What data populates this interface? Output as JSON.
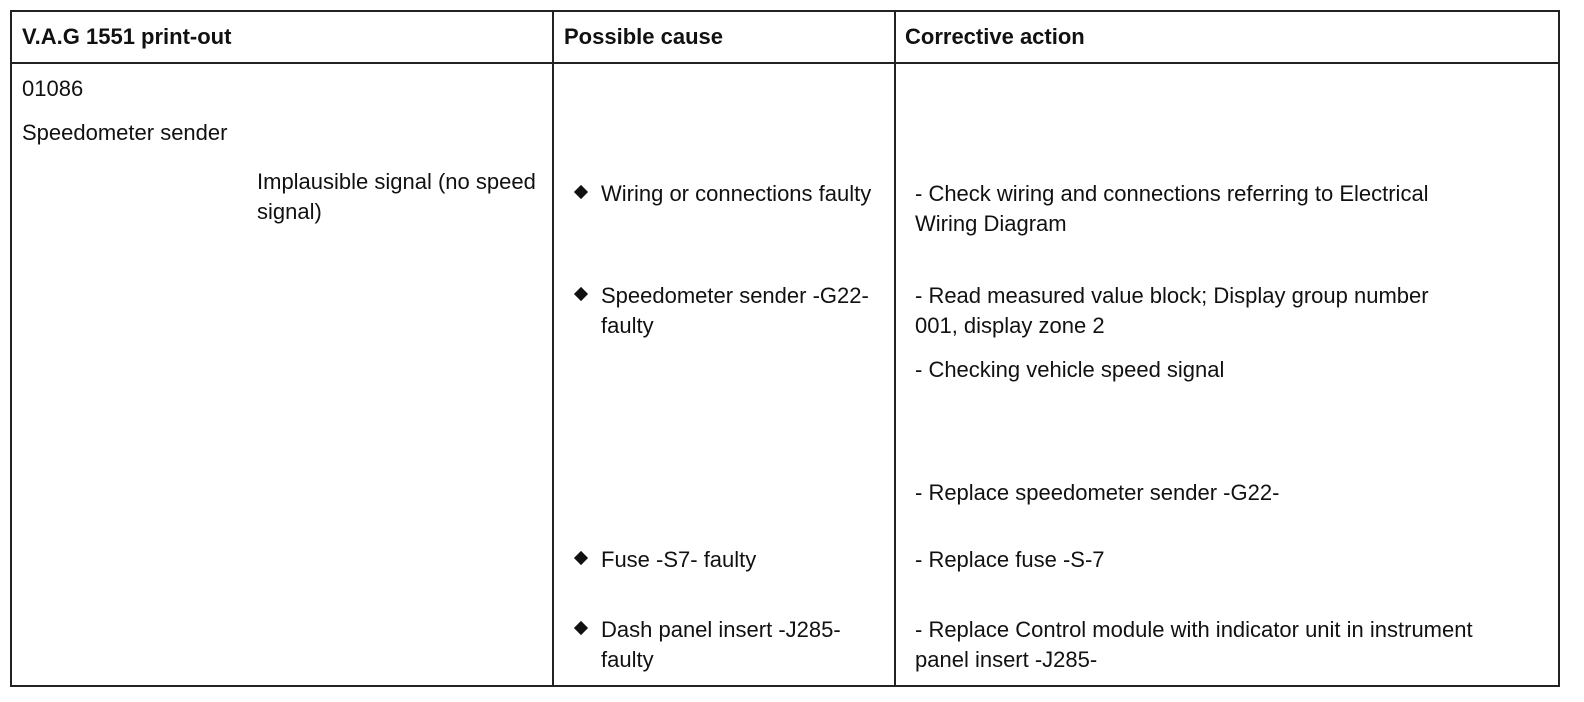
{
  "headers": {
    "printout": "V.A.G 1551 print-out",
    "cause": "Possible cause",
    "action": "Corrective action"
  },
  "fault": {
    "code": "01086",
    "component": "Speedometer sender",
    "condition": "Implausible signal (no speed signal)"
  },
  "causes": [
    {
      "text": "Wiring or connections faulty"
    },
    {
      "text": "Speedometer sender -G22- faulty"
    },
    {
      "text": "Fuse -S7- faulty"
    },
    {
      "text": "Dash panel insert -J285- faulty"
    }
  ],
  "actions": [
    {
      "text": "- Check wiring and connections referring to Electrical Wiring Diagram"
    },
    {
      "text": "- Read measured value block; Display group number 001, display zone 2"
    },
    {
      "text": "- Checking vehicle speed signal"
    },
    {
      "text": "- Replace speedometer sender -G22-"
    },
    {
      "text": "- Replace fuse -S-7"
    },
    {
      "text": "- Replace Control module with indicator unit in instrument panel insert -J285-"
    }
  ],
  "bullet_icon": "diamond-bullet-icon"
}
